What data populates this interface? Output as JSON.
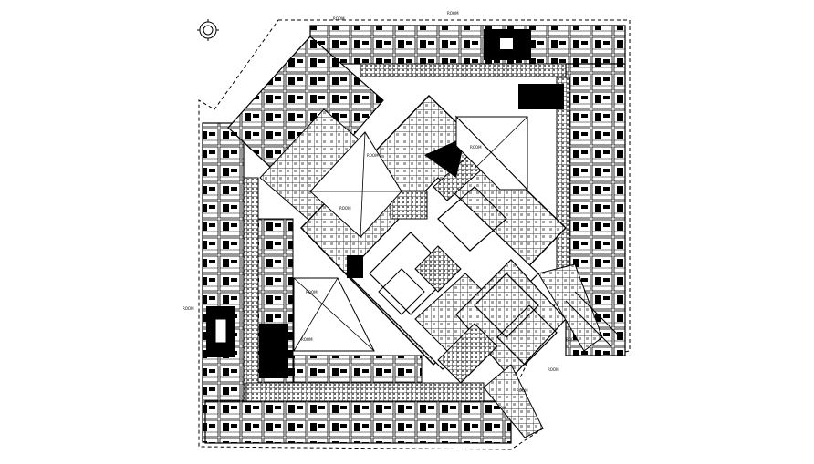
{
  "drawing": {
    "type": "cad-floor-plan",
    "background": "#ffffff",
    "ink": "#000000",
    "room_labels": [
      "ROOM",
      "ROOM",
      "ROOM",
      "ROOM",
      "ROOM",
      "ROOM",
      "ROOM",
      "ROOM",
      "ROOM",
      "ROOM",
      "ROOM",
      "ROOM"
    ]
  }
}
